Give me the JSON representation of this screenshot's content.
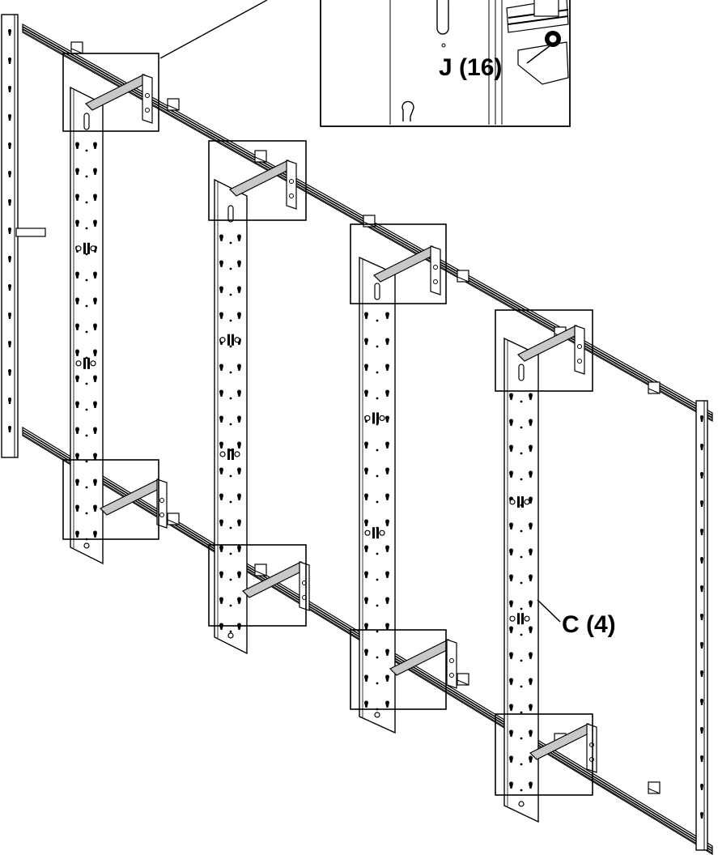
{
  "callouts": {
    "hardware_label": "J (16)",
    "plate_label": "C (4)"
  },
  "icons": {
    "rail": "horizontal-rail",
    "plate": "vertical-mounting-plate",
    "bracket": "hanging-bracket",
    "spacer": "spacer-screw-j",
    "detail": "magnified-detail-view"
  },
  "colors": {
    "line": "#000000",
    "background": "#ffffff",
    "bracket_fill": "#c8c8c8"
  }
}
